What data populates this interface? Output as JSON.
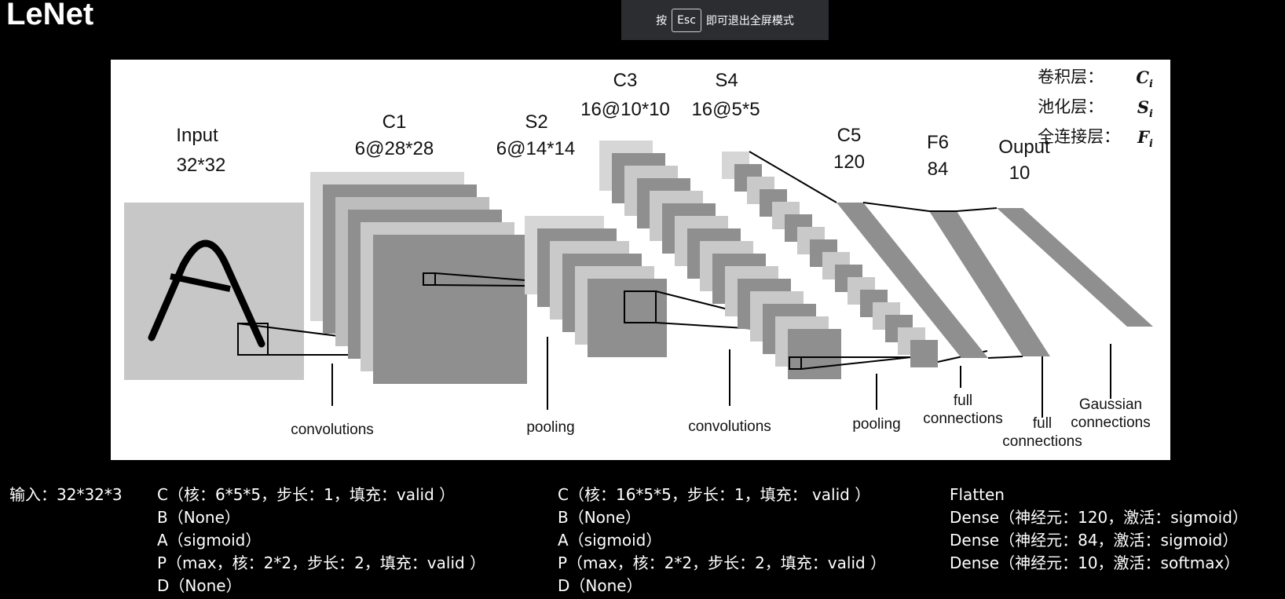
{
  "slide": {
    "title": "LeNet"
  },
  "esc_banner": {
    "prefix": "按",
    "key": "Esc",
    "suffix": "即可退出全屏模式"
  },
  "diagram": {
    "stages": {
      "input": {
        "name": "Input",
        "dims": "32*32"
      },
      "c1": {
        "name": "C1",
        "dims": "6@28*28"
      },
      "s2": {
        "name": "S2",
        "dims": "6@14*14"
      },
      "c3": {
        "name": "C3",
        "dims": "16@10*10"
      },
      "s4": {
        "name": "S4",
        "dims": "16@5*5"
      },
      "c5": {
        "name": "C5",
        "dims": "120"
      },
      "f6": {
        "name": "F6",
        "dims": "84"
      },
      "output": {
        "name": "Ouput",
        "dims": "10"
      }
    },
    "operations": {
      "op1": "convolutions",
      "op2": "pooling",
      "op3": "convolutions",
      "op4": "pooling",
      "op5_line1": "full",
      "op5_line2": "connections",
      "op6_line1": "full",
      "op6_line2": "connections",
      "op7_line1": "Gaussian",
      "op7_line2": "connections"
    },
    "legend": [
      {
        "label": "卷积层：",
        "symbol": "C",
        "sub": "i"
      },
      {
        "label": "池化层：",
        "symbol": "S",
        "sub": "i"
      },
      {
        "label": "全连接层：",
        "symbol": "F",
        "sub": "i"
      }
    ]
  },
  "notes": {
    "input": "输入：32*32*3",
    "block1": [
      "C（核：6*5*5，步长：1，填充：valid ）",
      "B（None）",
      "A（sigmoid）",
      "P（max，核：2*2，步长：2，填充：valid ）",
      "D（None）"
    ],
    "block2": [
      "C（核：16*5*5，步长：1，填充： valid ）",
      "B（None）",
      "A（sigmoid）",
      "P（max，核：2*2，步长：2，填充：valid ）",
      "D（None）"
    ],
    "block3": [
      "Flatten",
      "Dense（神经元：120，激活：sigmoid）",
      "Dense（神经元：84，激活：sigmoid）",
      "Dense（神经元：10，激活：softmax）"
    ]
  }
}
